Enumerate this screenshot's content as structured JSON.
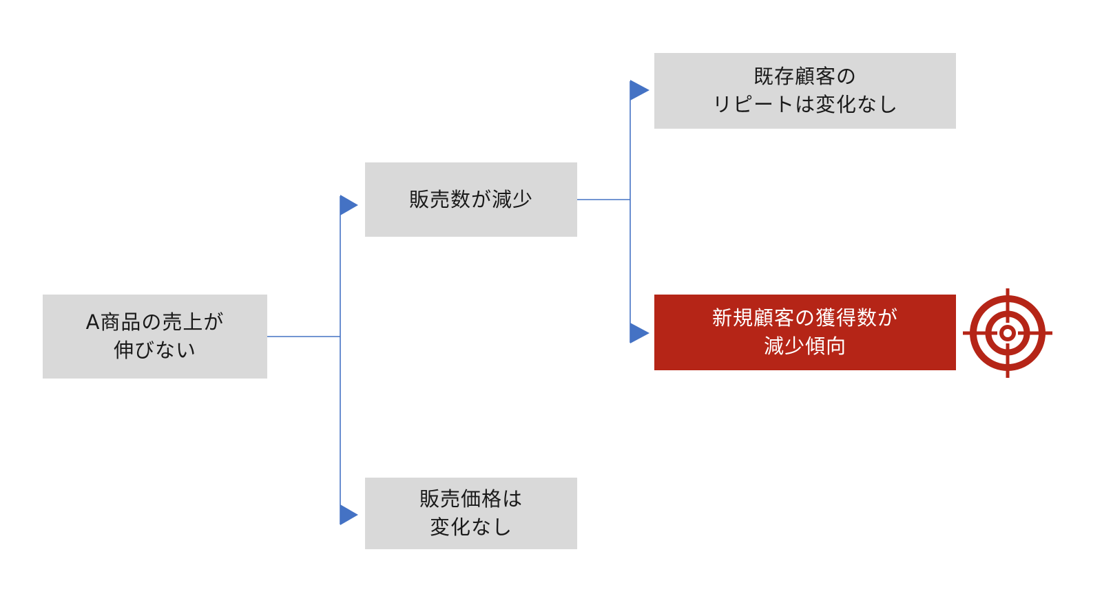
{
  "colors": {
    "node_fill": "#d9d9d9",
    "node_text": "#1a1a1a",
    "highlight_fill": "#b52517",
    "highlight_text": "#ffffff",
    "connector": "#4472c4",
    "target_icon": "#b52517"
  },
  "nodes": {
    "root": {
      "label": "A商品の売上が\n伸びない"
    },
    "sales_volume": {
      "label": "販売数が減少"
    },
    "sales_price": {
      "label": "販売価格は\n変化なし"
    },
    "repeat": {
      "label": "既存顧客の\nリピートは変化なし"
    },
    "new_customers": {
      "label": "新規顧客の獲得数が\n減少傾向"
    }
  },
  "edges": [
    {
      "from": "root",
      "to": "sales_volume"
    },
    {
      "from": "root",
      "to": "sales_price"
    },
    {
      "from": "sales_volume",
      "to": "repeat"
    },
    {
      "from": "sales_volume",
      "to": "new_customers"
    }
  ],
  "icons": {
    "target": "target-icon"
  }
}
